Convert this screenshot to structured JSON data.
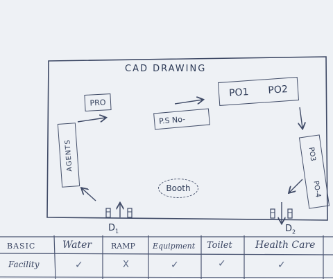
{
  "drawing": {
    "title": "CAD DRAWING",
    "labels": {
      "pro": "PRO",
      "ps_no": "P.S No-",
      "po1": "PO1",
      "po2": "PO2",
      "po3": "PO3",
      "po4": "PO-4",
      "agents": "AGENTS",
      "booth": "Booth",
      "d1": "D",
      "d1_sub": "1",
      "d2": "D",
      "d2_sub": "2"
    }
  },
  "facility_table": {
    "row_header_line1": "BASIC",
    "row_header_line2": "Facility",
    "columns": [
      "Water",
      "RAMP",
      "Equipment",
      "Toilet",
      "Health Care"
    ],
    "status_symbols": [
      "✓",
      "X",
      "✓",
      "✓",
      "✓"
    ]
  }
}
